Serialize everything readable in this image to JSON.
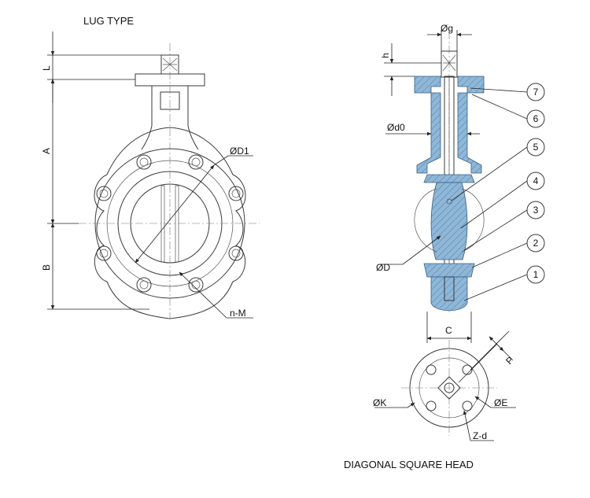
{
  "titles": {
    "left": "LUG TYPE",
    "bottom": "DIAGONAL SQUARE HEAD"
  },
  "labels": {
    "L": "L",
    "A": "A",
    "B": "B",
    "D1": "ØD1",
    "nM": "n-M",
    "g": "Øg",
    "h": "h",
    "d0": "Ød0",
    "D": "ØD",
    "C": "C",
    "P": "P",
    "K": "ØK",
    "E": "ØE",
    "Zd": "Z-d"
  },
  "parts": [
    "1",
    "2",
    "3",
    "4",
    "5",
    "6",
    "7"
  ],
  "colors": {
    "seat": "#8fb7d8",
    "outline": "#3a5e80"
  }
}
